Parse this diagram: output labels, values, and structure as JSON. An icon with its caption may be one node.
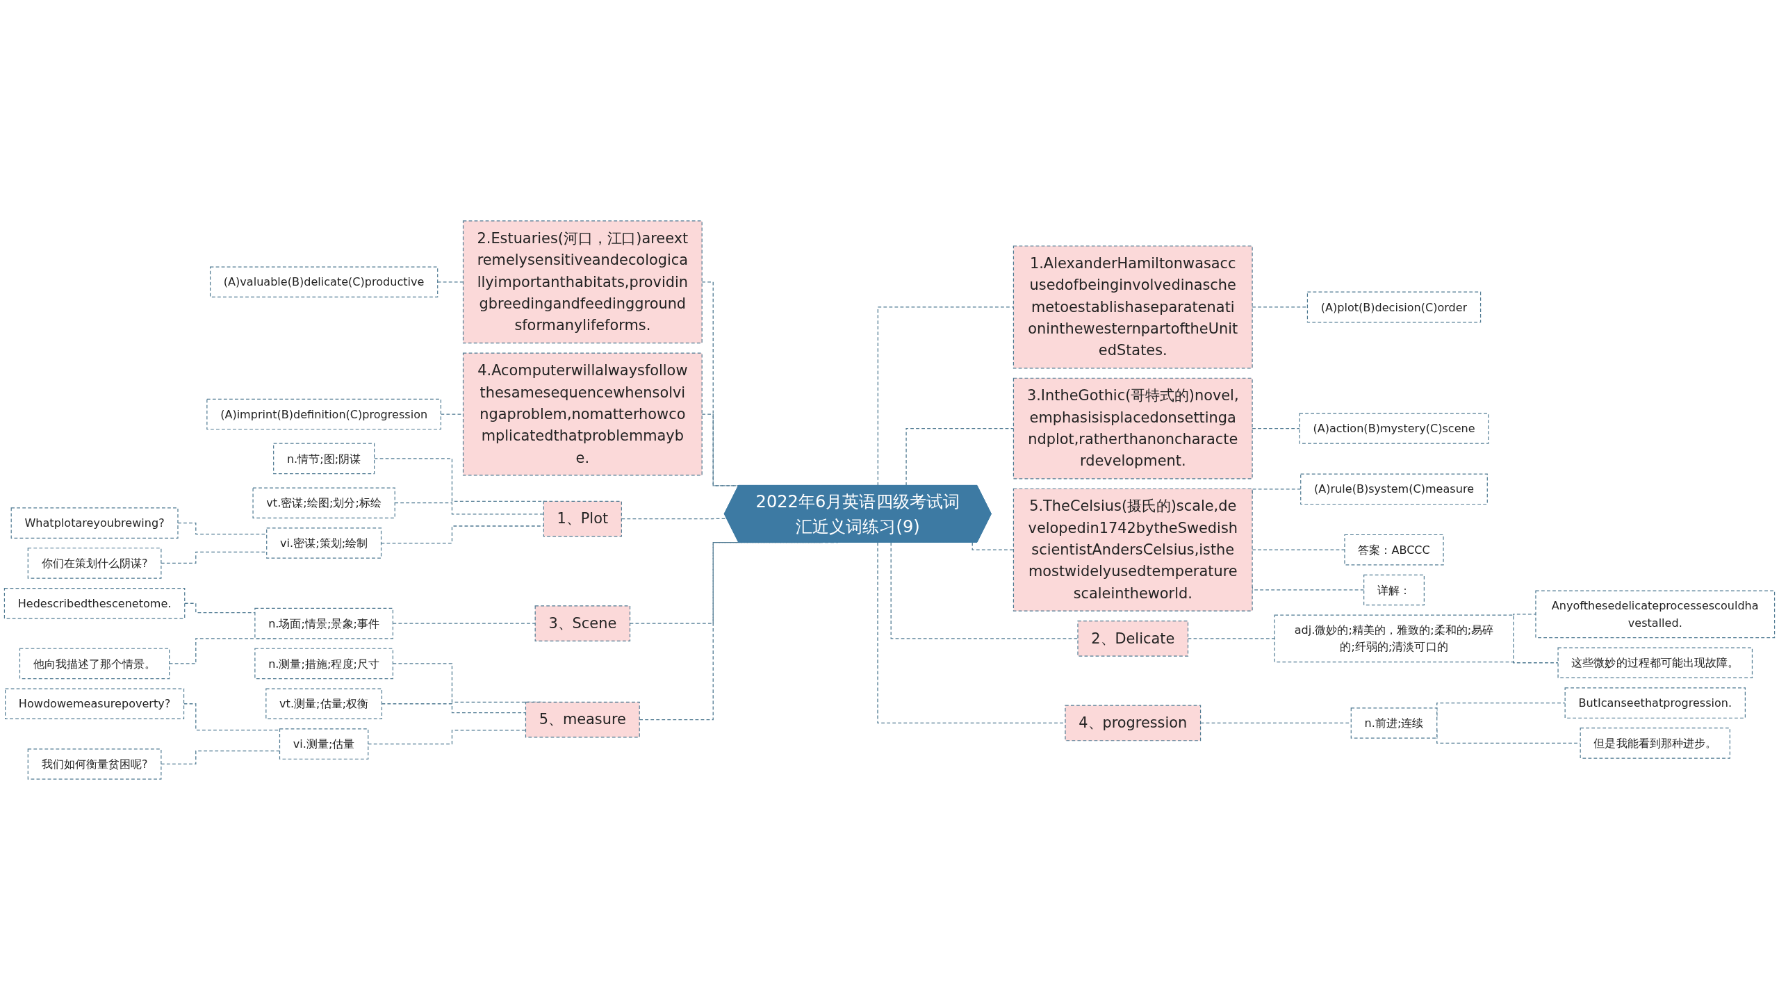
{
  "diagram": {
    "nodes": [
      {
        "text": [
          "2022年6月英语四级考试词汇近义词练习(9)"
        ]
      },
      {
        "text": [
          "2.Estuaries(河口，江口)areextremelysensitiveandecologicallyimportanthabitats,providingbreedingandfeedinggroundsformanylifeforms."
        ]
      },
      {
        "text": [
          "(A)valuable(B)delicate(C)productive"
        ]
      },
      {
        "text": [
          "4.Acomputerwillalwaysfollowthesamesequencewhensolvingaproblem,nomatterhowcomplicatedthatproblemmaybe."
        ]
      },
      {
        "text": [
          "(A)imprint(B)definition(C)progression"
        ]
      },
      {
        "text": [
          "1、Plot"
        ]
      },
      {
        "text": [
          "n.情节;图;阴谋"
        ]
      },
      {
        "text": [
          "vt.密谋;绘图;划分;标绘"
        ]
      },
      {
        "text": [
          "vi.密谋;策划;绘制"
        ]
      },
      {
        "text": [
          "Whatplotareyoubrewing?"
        ]
      },
      {
        "text": [
          "你们在策划什么阴谋?"
        ]
      },
      {
        "text": [
          "3、Scene"
        ]
      },
      {
        "text": [
          "n.场面;情景;景象;事件"
        ]
      },
      {
        "text": [
          "Hedescribedthescenetome."
        ]
      },
      {
        "text": [
          "他向我描述了那个情景。"
        ]
      },
      {
        "text": [
          "5、measure"
        ]
      },
      {
        "text": [
          "n.测量;措施;程度;尺寸"
        ]
      },
      {
        "text": [
          "vt.测量;估量;权衡"
        ]
      },
      {
        "text": [
          "vi.测量;估量"
        ]
      },
      {
        "text": [
          "Howdowemeasurepoverty?"
        ]
      },
      {
        "text": [
          "我们如何衡量贫困呢?"
        ]
      },
      {
        "text": [
          "1.AlexanderHamiltonwasaccusedofbeinginvolvedinaschemetoestablishaseparatenationinthewesternpartoftheUnitedStates."
        ]
      },
      {
        "text": [
          "(A)plot(B)decision(C)order"
        ]
      },
      {
        "text": [
          "3.IntheGothic(哥特式的)novel,emphasisisplacedonsettingandplot,ratherthanoncharacterdevelopment."
        ]
      },
      {
        "text": [
          "(A)action(B)mystery(C)scene"
        ]
      },
      {
        "text": [
          "5.TheCelsius(摄氏的)scale,developedin1742bytheSwedishscientistAndersCelsius,isthemostwidelyusedtemperaturescaleintheworld."
        ]
      },
      {
        "text": [
          "(A)rule(B)system(C)measure"
        ]
      },
      {
        "text": [
          "答案：ABCCC"
        ]
      },
      {
        "text": [
          "详解："
        ]
      },
      {
        "text": [
          "2、Delicate"
        ]
      },
      {
        "text": [
          "adj.微妙的;精美的，雅致的;柔和的;易碎的;纤弱的;清淡可口的"
        ]
      },
      {
        "text": [
          "Anyofthesedelicateprocessescouldhavestalled."
        ]
      },
      {
        "text": [
          "这些微妙的过程都可能出现故障。"
        ]
      },
      {
        "text": [
          "4、progression"
        ]
      },
      {
        "text": [
          "n.前进;连续"
        ]
      },
      {
        "text": [
          "ButIcanseethatprogression."
        ]
      },
      {
        "text": [
          "但是我能看到那种进步。"
        ]
      }
    ],
    "edges": [
      {
        "from": 0,
        "to": 1,
        "arrow": "none",
        "style": "dashed"
      },
      {
        "from": 1,
        "to": 2,
        "arrow": "none",
        "style": "dashed"
      },
      {
        "from": 0,
        "to": 3,
        "arrow": "none",
        "style": "dashed"
      },
      {
        "from": 3,
        "to": 4,
        "arrow": "none",
        "style": "dashed"
      },
      {
        "from": 0,
        "to": 5,
        "arrow": "none",
        "style": "dashed"
      },
      {
        "from": 5,
        "to": 6,
        "arrow": "none",
        "style": "dashed"
      },
      {
        "from": 5,
        "to": 7,
        "arrow": "none",
        "style": "dashed"
      },
      {
        "from": 5,
        "to": 8,
        "arrow": "none",
        "style": "dashed"
      },
      {
        "from": 8,
        "to": 9,
        "arrow": "none",
        "style": "dashed"
      },
      {
        "from": 8,
        "to": 10,
        "arrow": "none",
        "style": "dashed"
      },
      {
        "from": 0,
        "to": 11,
        "arrow": "none",
        "style": "dashed"
      },
      {
        "from": 11,
        "to": 12,
        "arrow": "none",
        "style": "dashed"
      },
      {
        "from": 12,
        "to": 13,
        "arrow": "none",
        "style": "dashed"
      },
      {
        "from": 12,
        "to": 14,
        "arrow": "none",
        "style": "dashed"
      },
      {
        "from": 0,
        "to": 15,
        "arrow": "none",
        "style": "dashed"
      },
      {
        "from": 15,
        "to": 16,
        "arrow": "none",
        "style": "dashed"
      },
      {
        "from": 15,
        "to": 17,
        "arrow": "none",
        "style": "dashed"
      },
      {
        "from": 15,
        "to": 18,
        "arrow": "none",
        "style": "dashed"
      },
      {
        "from": 18,
        "to": 19,
        "arrow": "none",
        "style": "dashed"
      },
      {
        "from": 18,
        "to": 20,
        "arrow": "none",
        "style": "dashed"
      },
      {
        "from": 0,
        "to": 21,
        "arrow": "none",
        "style": "dashed"
      },
      {
        "from": 21,
        "to": 22,
        "arrow": "none",
        "style": "dashed"
      },
      {
        "from": 0,
        "to": 23,
        "arrow": "none",
        "style": "dashed"
      },
      {
        "from": 23,
        "to": 24,
        "arrow": "none",
        "style": "dashed"
      },
      {
        "from": 0,
        "to": 25,
        "arrow": "none",
        "style": "dashed"
      },
      {
        "from": 25,
        "to": 26,
        "arrow": "none",
        "style": "dashed"
      },
      {
        "from": 25,
        "to": 27,
        "arrow": "none",
        "style": "dashed"
      },
      {
        "from": 25,
        "to": 28,
        "arrow": "none",
        "style": "dashed"
      },
      {
        "from": 0,
        "to": 29,
        "arrow": "none",
        "style": "dashed"
      },
      {
        "from": 29,
        "to": 30,
        "arrow": "none",
        "style": "dashed"
      },
      {
        "from": 30,
        "to": 31,
        "arrow": "none",
        "style": "dashed"
      },
      {
        "from": 30,
        "to": 32,
        "arrow": "none",
        "style": "dashed"
      },
      {
        "from": 0,
        "to": 33,
        "arrow": "none",
        "style": "dashed"
      },
      {
        "from": 33,
        "to": 34,
        "arrow": "none",
        "style": "dashed"
      },
      {
        "from": 34,
        "to": 35,
        "arrow": "none",
        "style": "dashed"
      },
      {
        "from": 34,
        "to": 36,
        "arrow": "none",
        "style": "dashed"
      }
    ]
  }
}
